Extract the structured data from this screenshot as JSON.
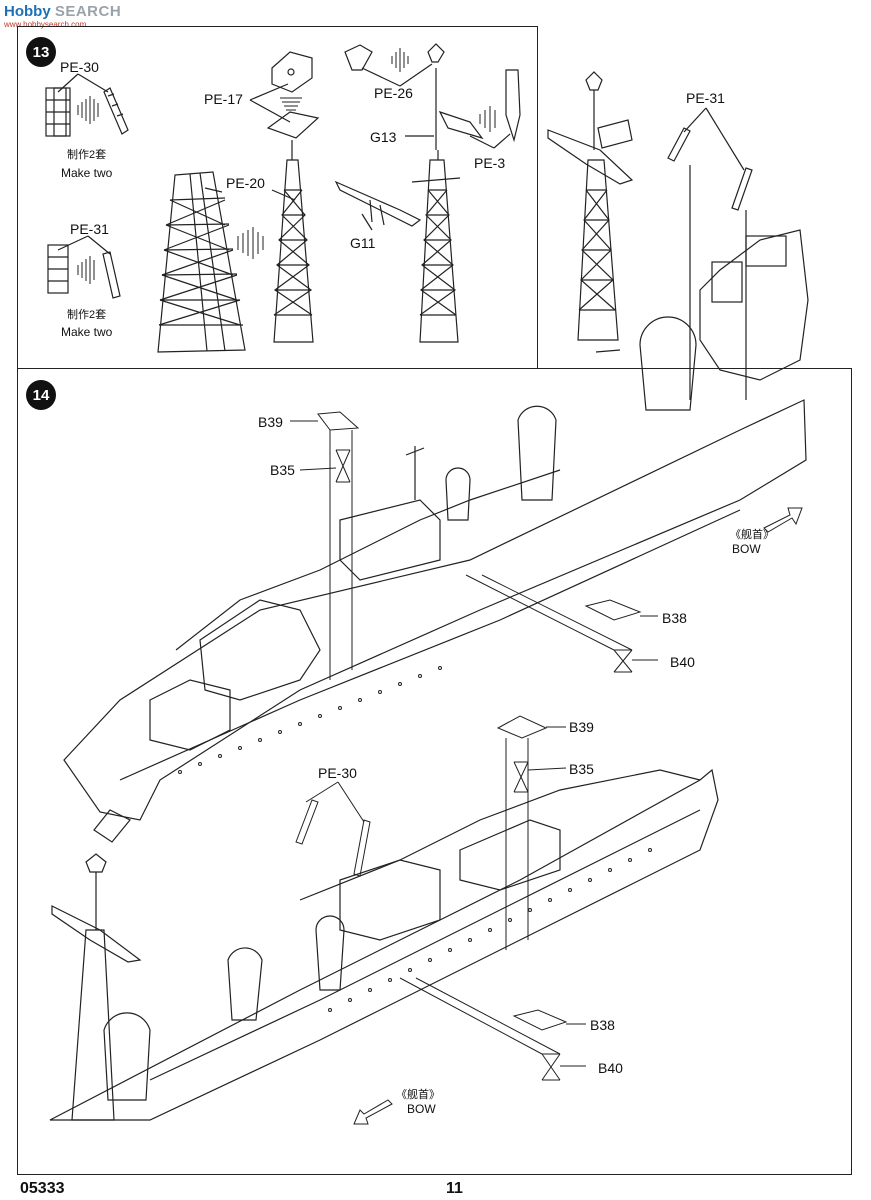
{
  "watermark": {
    "brand_a": "Hobby",
    "brand_b": "SEARCH",
    "url": "www.hobbysearch.com"
  },
  "step13": {
    "number": "13",
    "pe30": "PE-30",
    "pe31_left": "PE-31",
    "make_cn_1": "制作2套",
    "make_en_1": "Make two",
    "make_cn_2": "制作2套",
    "make_en_2": "Make two",
    "pe17": "PE-17",
    "pe20": "PE-20",
    "pe26": "PE-26",
    "g13": "G13",
    "pe3": "PE-3",
    "g11": "G11",
    "pe31_right": "PE-31"
  },
  "step14": {
    "number": "14",
    "upper": {
      "b39": "B39",
      "b35": "B35",
      "b38": "B38",
      "b40": "B40",
      "bow_cn": "《舰首》",
      "bow_en": "BOW"
    },
    "lower": {
      "b39": "B39",
      "b35": "B35",
      "pe30": "PE-30",
      "b38": "B38",
      "b40": "B40",
      "bow_cn": "《舰首》",
      "bow_en": "BOW"
    }
  },
  "footer": {
    "code": "05333",
    "page": "11"
  }
}
